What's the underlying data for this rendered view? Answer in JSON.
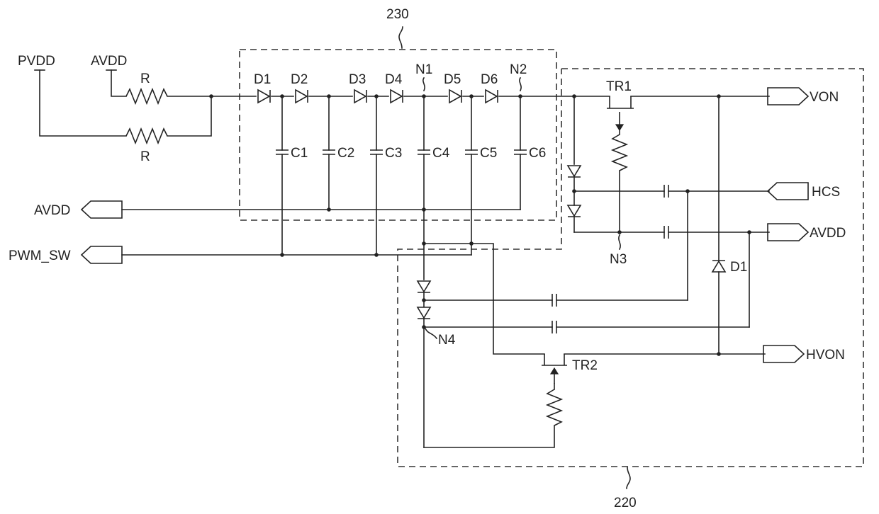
{
  "labels": {
    "block_230": "230",
    "block_220": "220",
    "pvdd": "PVDD",
    "avdd_top": "AVDD",
    "r1": "R",
    "r2": "R",
    "d1": "D1",
    "d2": "D2",
    "d3": "D3",
    "d4": "D4",
    "d5": "D5",
    "d6": "D6",
    "n1": "N1",
    "n2": "N2",
    "n3": "N3",
    "n4": "N4",
    "c1": "C1",
    "c2": "C2",
    "c3": "C3",
    "c4": "C4",
    "c5": "C5",
    "c6": "C6",
    "tr1": "TR1",
    "tr2": "TR2",
    "d1_right": "D1",
    "avdd_left": "AVDD",
    "pwm_sw": "PWM_SW",
    "von": "VON",
    "hcs": "HCS",
    "avdd_right": "AVDD",
    "hvon": "HVON"
  }
}
